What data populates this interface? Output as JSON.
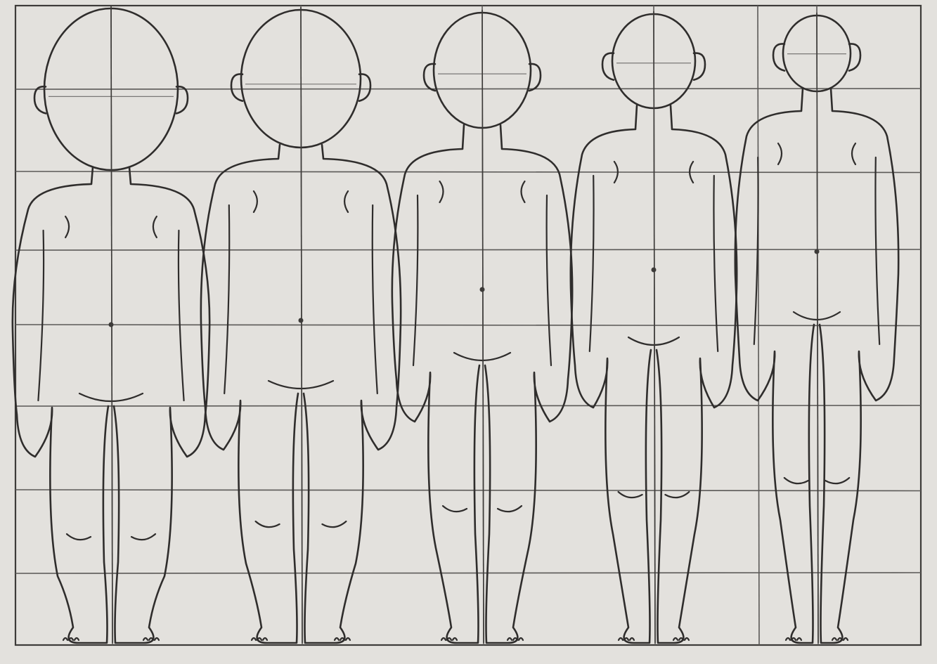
{
  "sheet": {
    "paper_color": "#e3e1dd",
    "ink_color": "#2f2d2c",
    "grid_color": "#5b5957",
    "grid_rows": 8,
    "figure_count": 5
  },
  "figures": [
    {
      "head_units": 2.0
    },
    {
      "head_units": 1.8
    },
    {
      "head_units": 1.6
    },
    {
      "head_units": 1.4
    },
    {
      "head_units": 1.2
    }
  ]
}
